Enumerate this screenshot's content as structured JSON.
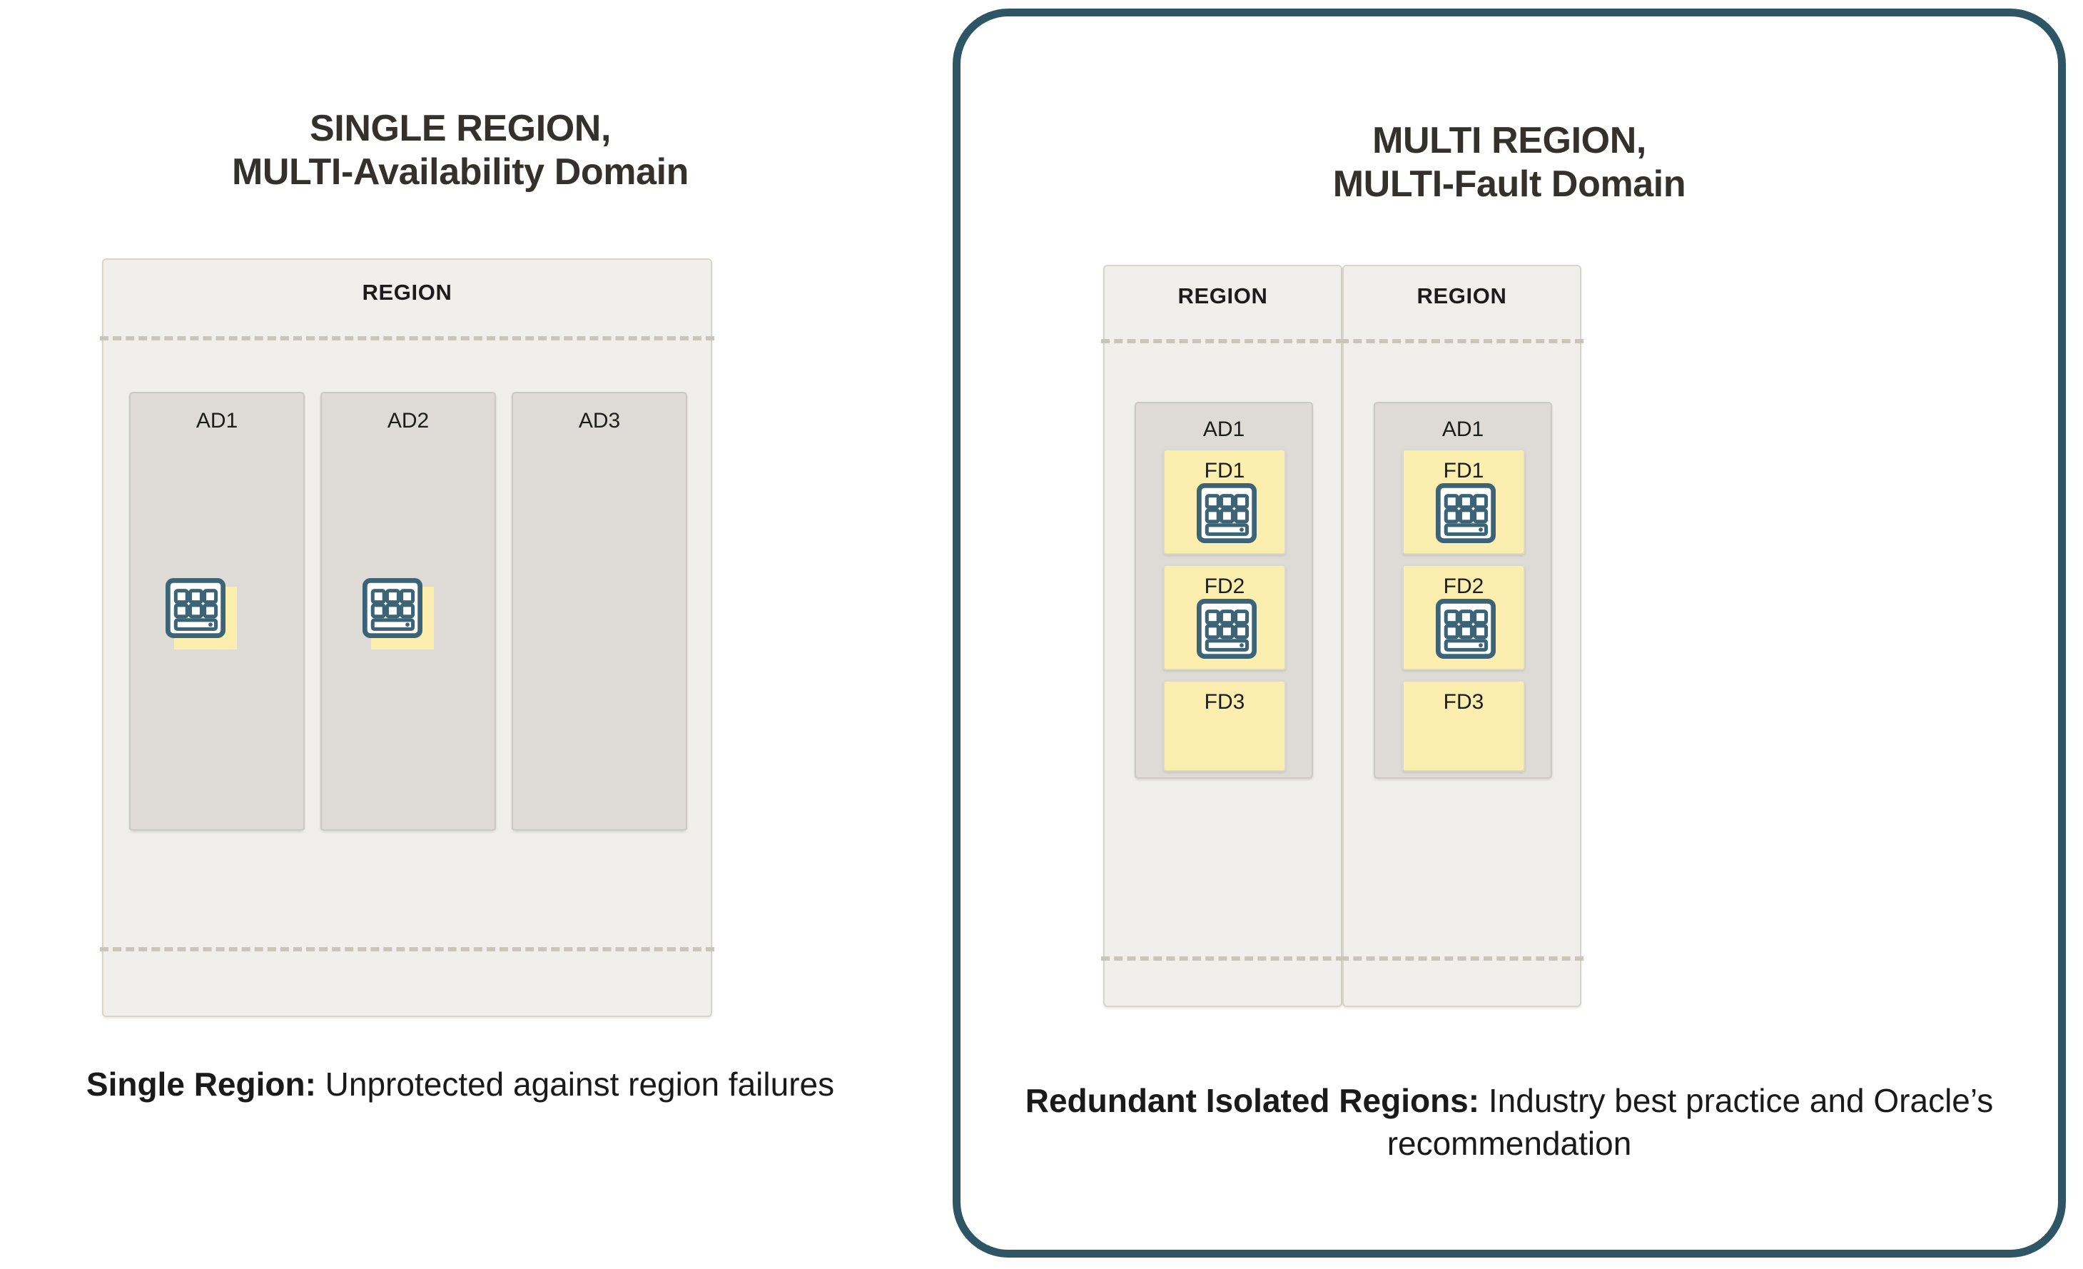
{
  "colors": {
    "accent_border": "#2d5565",
    "icon_stroke": "#3c6476",
    "region_fill": "#f0efeb",
    "ad_fill": "#dedbd6",
    "fd_fill": "#fbeeae",
    "highlight_yellow": "#fbeeae",
    "title_text": "#34312c",
    "page_background": "#ffffff"
  },
  "panels": [
    {
      "id": "single",
      "title": "SINGLE REGION,\nMULTI-Availability Domain",
      "highlighted": false,
      "caption_lead": "Single Region:",
      "caption_rest": " Unprotected against region failures",
      "regions": [
        {
          "label": "REGION",
          "availability_domains": [
            {
              "label": "AD1",
              "has_server": true,
              "fault_domains": []
            },
            {
              "label": "AD2",
              "has_server": true,
              "fault_domains": []
            },
            {
              "label": "AD3",
              "has_server": false,
              "fault_domains": []
            }
          ]
        }
      ]
    },
    {
      "id": "multi",
      "title": "MULTI REGION,\nMULTI-Fault Domain",
      "highlighted": true,
      "caption_lead": "Redundant Isolated Regions:",
      "caption_rest": " Industry best practice and Oracle’s recommendation",
      "regions": [
        {
          "label": "REGION",
          "availability_domains": [
            {
              "label": "AD1",
              "has_server": false,
              "fault_domains": [
                {
                  "label": "FD1",
                  "has_server": true
                },
                {
                  "label": "FD2",
                  "has_server": true
                },
                {
                  "label": "FD3",
                  "has_server": false
                }
              ]
            }
          ]
        },
        {
          "label": "REGION",
          "availability_domains": [
            {
              "label": "AD1",
              "has_server": false,
              "fault_domains": [
                {
                  "label": "FD1",
                  "has_server": true
                },
                {
                  "label": "FD2",
                  "has_server": true
                },
                {
                  "label": "FD3",
                  "has_server": false
                }
              ]
            }
          ]
        }
      ]
    }
  ],
  "icons": {
    "server": "server-rack-icon"
  }
}
